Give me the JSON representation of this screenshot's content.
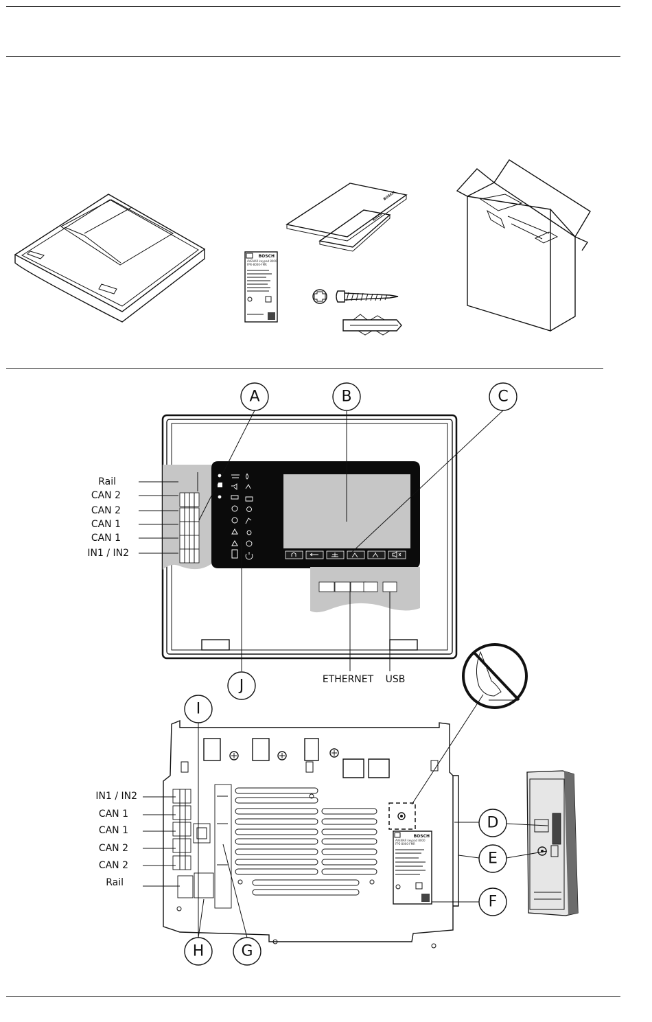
{
  "callouts": {
    "a": "A",
    "b": "B",
    "c": "C",
    "d": "D",
    "e": "E",
    "f": "F",
    "g": "G",
    "h": "H",
    "i": "I",
    "j": "J"
  },
  "front_labels": {
    "rail": "Rail",
    "can2_a": "CAN 2",
    "can2_b": "CAN 2",
    "can1_a": "CAN 1",
    "can1_b": "CAN 1",
    "in12": "IN1 / IN2",
    "ethernet": "ETHERNET",
    "usb": "USB"
  },
  "back_labels": {
    "in12": "IN1 / IN2",
    "can1_a": "CAN 1",
    "can1_b": "CAN 1",
    "can2_a": "CAN 2",
    "can2_b": "CAN 2",
    "rail": "Rail"
  },
  "product_label": {
    "brand": "BOSCH",
    "product": "AVENAR keypad 8000",
    "model": "FPE-8000-FMR"
  },
  "rating_label": {
    "brand": "BOSCH",
    "product": "AVENAR keypad 8000",
    "model": "FPE-8000-FMR"
  },
  "manual": {
    "brand": "BOSCH"
  },
  "quick_guide": {
    "brand": "BOSCH"
  }
}
